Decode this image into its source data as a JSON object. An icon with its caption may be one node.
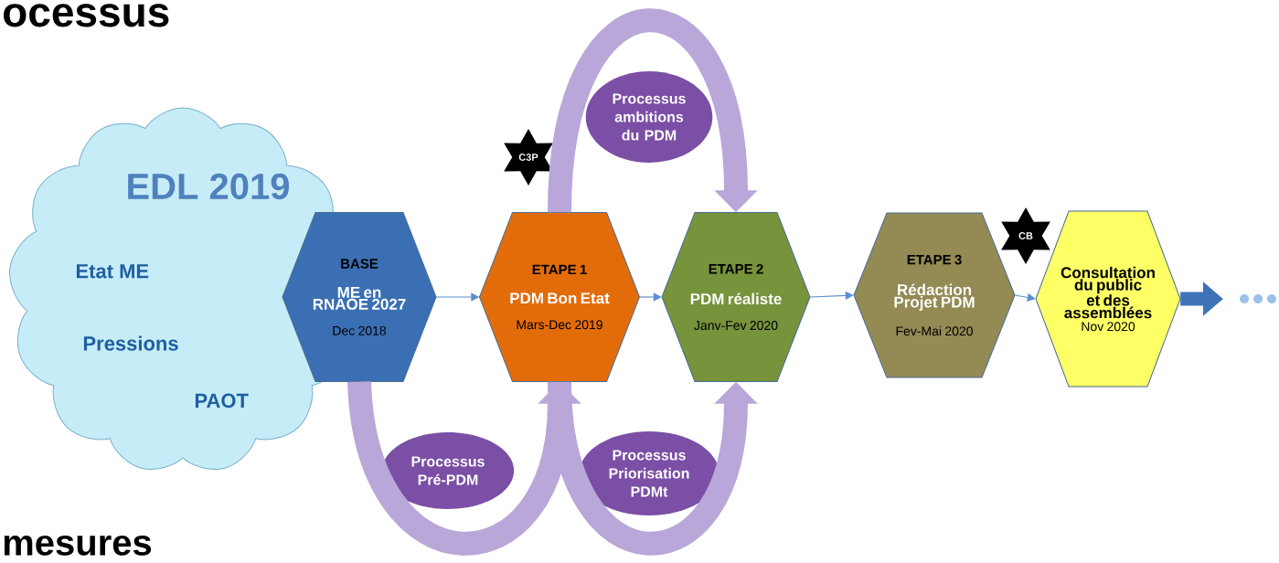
{
  "diagram": {
    "nodes": [
      {
        "text": [
          "EDL 2019",
          "Etat ME",
          "Pressions",
          "PAOT"
        ]
      },
      {
        "text": [
          "BASE",
          "ME en RNAOE 2027",
          "Dec 2018"
        ]
      },
      {
        "text": [
          "ETAPE 1",
          "PDM Bon Etat",
          "Mars-Dec 2019"
        ]
      },
      {
        "text": [
          "ETAPE 2",
          "PDM réaliste",
          "Janv-Fev 2020"
        ]
      },
      {
        "text": [
          "ETAPE 3",
          "Rédaction Projet PDM",
          "Fev-Mai 2020"
        ]
      },
      {
        "text": [
          "Consultation du public et des assemblées",
          "Nov 2020"
        ]
      },
      {
        "text": [
          "Processus Pré-PDM"
        ]
      },
      {
        "text": [
          "Processus ambitions du PDM"
        ]
      },
      {
        "text": [
          "Processus Priorisation PDMt"
        ]
      },
      {
        "text": [
          "C3P"
        ]
      },
      {
        "text": [
          "CB"
        ]
      }
    ],
    "edges": [
      {
        "from": 1,
        "to": 2,
        "arrow": "to"
      },
      {
        "from": 2,
        "to": 3,
        "arrow": "to"
      },
      {
        "from": 3,
        "to": 4,
        "arrow": "to"
      },
      {
        "from": 4,
        "to": 5,
        "arrow": "to"
      },
      {
        "from": 5,
        "to": null,
        "arrow": "to",
        "style": "thick",
        "color": "#3f73b8"
      },
      {
        "from": 1,
        "to": 2,
        "arrow": "to",
        "style": "thick",
        "color": "#b9a7d9"
      },
      {
        "from": 2,
        "to": 3,
        "arrow": "to",
        "style": "thick",
        "color": "#b9a7d9"
      },
      {
        "from": 2,
        "to": 3,
        "arrow": "to",
        "style": "thick",
        "color": "#b9a7d9"
      }
    ],
    "labels": [
      "ocessus",
      "mesures"
    ]
  }
}
